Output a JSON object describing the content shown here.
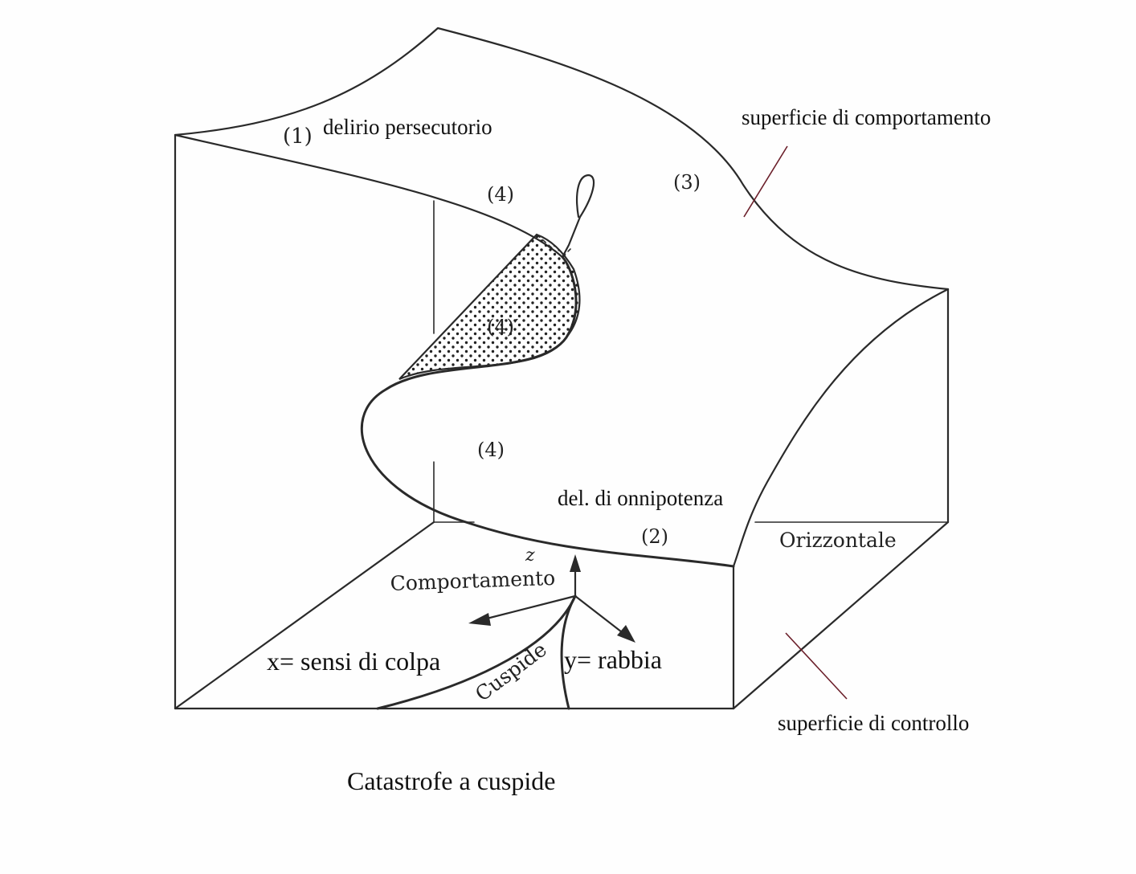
{
  "labels": {
    "delirio_persecutorio": "delirio persecutorio",
    "region_1": "(1)",
    "region_4_top": "(4)",
    "region_3": "(3)",
    "region_4_prime": "(4)′",
    "region_4_mid": "(4)",
    "region_2": "(2)",
    "del_onnipotenza": "del. di onnipotenza",
    "orizzontale": "Orizzontale",
    "z_axis": "z",
    "comportamento": "Comportamento",
    "x_axis": "x= sensi di colpa",
    "y_axis": "y= rabbia",
    "cuspide": "Cuspide",
    "superficie_comportamento": "superficie di comportamento",
    "superficie_controllo": "superficie di controllo",
    "caption": "Catastrofe a cuspide"
  },
  "colors": {
    "ink": "#2a2a2a",
    "annotation_line": "#6b1f2a",
    "background": "#fefefe"
  }
}
